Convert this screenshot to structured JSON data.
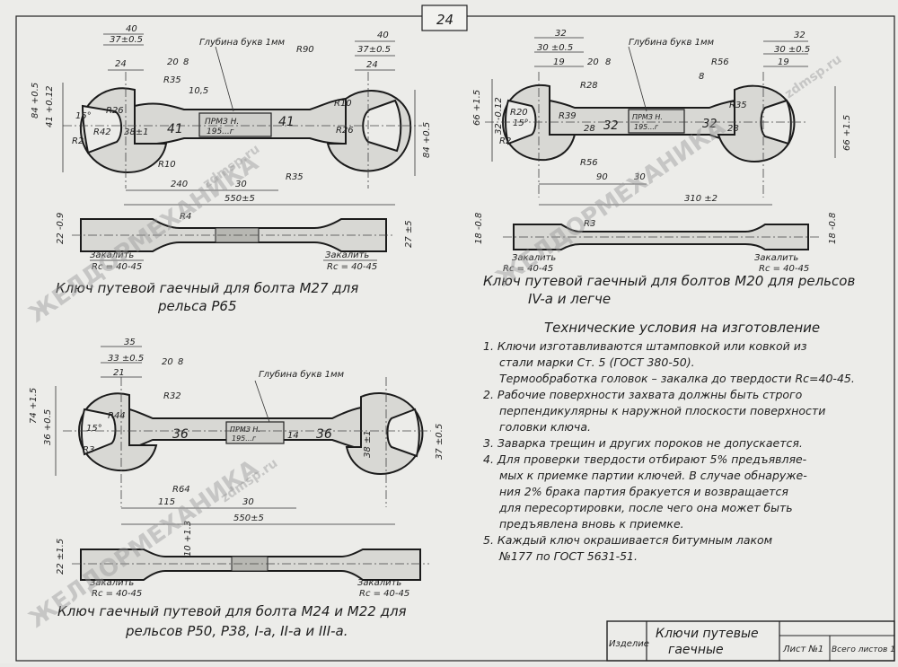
{
  "page_number": "24",
  "wrench1": {
    "caption_line1": "Ключ путевой гаечный для болта М27 для",
    "caption_line2": "рельса Р65",
    "depth_note": "Глубина букв 1мм",
    "stamp_line1": "ПРМЗ Н.",
    "stamp_line2": "195...г",
    "dims": {
      "d40a": "40",
      "d37a": "37±0.5",
      "d24a": "24",
      "d20": "20",
      "d8": "8",
      "d40b": "40",
      "d37b": "37±0.5",
      "d24b": "24",
      "d84a": "84 +0.5",
      "d41": "41 +0.12",
      "d15": "15°",
      "d38": "38±1",
      "d41mid": "41",
      "d41right": "41",
      "d105": "10,5",
      "r35a": "R35",
      "r10": "R10",
      "r90": "R90",
      "r26a": "R26",
      "r2": "R2",
      "r42": "R42",
      "r35b": "R35",
      "r10b": "R10",
      "r26b": "R26",
      "d240": "240",
      "d30": "30",
      "d550": "550±5",
      "d22": "22 -0.9",
      "d27": "27 ±5",
      "r4": "R4",
      "harden_a": "Закалить",
      "rc_a": "Rc = 40-45",
      "harden_b": "Закалить",
      "rc_b": "Rc = 40-45",
      "d84b": "84 +0.5"
    }
  },
  "wrench2": {
    "caption_line1": "Ключ путевой гаечный для болтов М20 для рельсов",
    "caption_line2": "IV-а и легче",
    "depth_note": "Глубина букв 1мм",
    "stamp_line1": "ПРМЗ Н.",
    "stamp_line2": "195...г",
    "dims": {
      "d32a": "32",
      "d30a": "30 ±0.5",
      "d19a": "19",
      "d20": "20",
      "d8": "8",
      "d8b": "8",
      "d32b": "32",
      "d30b": "30 ±0.5",
      "d19b": "19",
      "d66a": "66 +1.5",
      "d32c": "32 -0.12",
      "d15": "15°",
      "d32mid": "32",
      "d32right": "32",
      "d28a": "28",
      "d28b": "28",
      "r28": "R28",
      "r39": "R39",
      "r56a": "R56",
      "r56b": "R56",
      "r20": "R20",
      "r2": "R2",
      "r35": "R35",
      "d90": "90",
      "d30": "30",
      "d310": "310 ±2",
      "d18a": "18 -0.8",
      "d18b": "18 -0.8",
      "r3": "R3",
      "harden_a": "Закалить",
      "rc_a": "Rc = 40-45",
      "harden_b": "Закалить",
      "rc_b": "Rc = 40-45",
      "d66b": "66 +1.5"
    }
  },
  "wrench3": {
    "caption_line1": "Ключ гаечный путевой для болта М24 и М22 для",
    "caption_line2": "рельсов Р50, Р38, I-а, II-а и III-а.",
    "depth_note": "Глубина букв 1мм",
    "stamp_line1": "ПРМЗ Н.",
    "stamp_line2": "195...г",
    "dims": {
      "d35": "35",
      "d33": "33 ±0.5",
      "d21": "21",
      "d20": "20",
      "d8": "8",
      "d74": "74 +1.5",
      "d36a": "36 +0.5",
      "d15": "15°",
      "r32": "R32",
      "r44": "R44",
      "r3": "R3",
      "d36mid": "36",
      "d36right": "36",
      "d38": "38 ±1",
      "d37": "37 ±0.5",
      "d14": "14",
      "r64": "R64",
      "d115": "115",
      "d30": "30",
      "d550": "550±5",
      "d22": "22 ±1.5",
      "d10": "10 +1.3",
      "harden_a": "Закалить",
      "rc_a": "Rc = 40-45",
      "harden_b": "Закалить",
      "rc_b": "Rc = 40-45"
    }
  },
  "conditions": {
    "title": "Технические условия на изготовление",
    "items": [
      "1. Ключи изготавливаются штамповкой или ковкой из",
      "стали марки Ст. 5 (ГОСТ 380-50).",
      "Термообработка головок – закалка до твердости Rc=40-45.",
      "2. Рабочие поверхности захвата должны быть строго",
      "перпендикулярны к наружной плоскости поверхности",
      "головки ключа.",
      "3. Заварка трещин и других пороков не допускается.",
      "4. Для проверки твердости отбирают 5% предъявляе-",
      "мых к приемке партии ключей. В случае обнаруже-",
      "ния 2% брака партия бракуется и возвращается",
      "для пересортировки, после чего она может быть",
      "предъявлена вновь к приемке.",
      "5. Каждый ключ окрашивается битумным лаком",
      "№177 по ГОСТ 5631-51."
    ]
  },
  "title_block": {
    "label": "Изделие",
    "name_line1": "Ключи путевые",
    "name_line2": "гаечные",
    "sheet": "Лист №1",
    "total": "Всего листов 1"
  },
  "watermark": "ЖЕЛДОРМЕХАНИКА",
  "watermark_url": "zdmsp.ru"
}
